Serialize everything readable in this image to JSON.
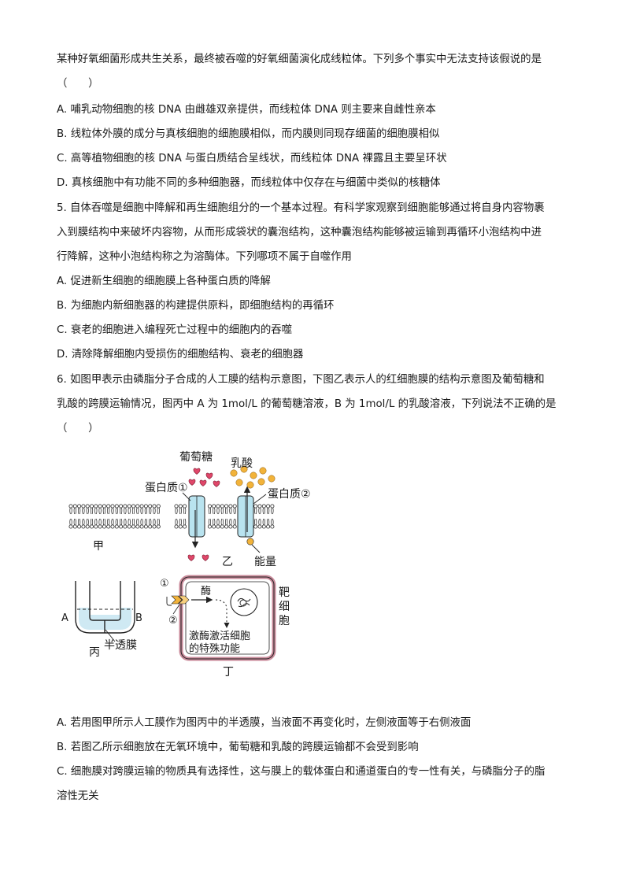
{
  "intro": {
    "line1": "某种好氧细菌形成共生关系，最终被吞噬的好氧细菌演化成线粒体。下列多个事实中无法支持该假说的是",
    "line2": "（　　）"
  },
  "q4": {
    "A": "A. 哺乳动物细胞的核 DNA 由雌雄双亲提供，而线粒体 DNA 则主要来自雌性亲本",
    "B": "B. 线粒体外膜的成分与真核细胞的细胞膜相似，而内膜则同现存细菌的细胞膜相似",
    "C": "C. 高等植物细胞的核 DNA 与蛋白质结合呈线状，而线粒体 DNA 裸露且主要呈环状",
    "D": "D. 真核细胞中有功能不同的多种细胞器，而线粒体中仅存在与细菌中类似的核糖体"
  },
  "q5": {
    "line1": "5. 自体吞噬是细胞中降解和再生细胞组分的一个基本过程。有科学家观察到细胞能够通过将自身内容物裹",
    "line2": "入到膜结构中来破坏内容物，从而形成袋状的囊泡结构，这种囊泡结构能够被运输到再循环小泡结构中进",
    "line3": "行降解，这种小泡结构称之为溶酶体。下列哪项不属于自噬作用",
    "A": "A. 促进新生细胞的细胞膜上各种蛋白质的降解",
    "B": "B. 为细胞内新细胞器的构建提供原料，即细胞结构的再循环",
    "C": "C. 衰老的细胞进入编程死亡过程中的细胞内的吞噬",
    "D": "D. 清除降解细胞内受损伤的细胞结构、衰老的细胞器"
  },
  "q6": {
    "line1": "6. 如图甲表示由磷脂分子合成的人工膜的结构示意图，下图乙表示人的红细胞膜的结构示意图及葡萄糖和",
    "line2": "乳酸的跨膜运输情况，图丙中 A 为 1mol/L 的葡萄糖溶液，B 为 1mol/L 的乳酸溶液，下列说法不正确的是",
    "line3": "（　　）",
    "A": "A. 若用图甲所示人工膜作为图丙中的半透膜，当液面不再变化时，左侧液面等于右侧液面",
    "B": "B. 若图乙所示细胞放在无氧环境中，葡萄糖和乳酸的跨膜运输都不会受到影响",
    "C1": "C. 细胞膜对跨膜运输的物质具有选择性，这与膜上的载体蛋白和通道蛋白的专一性有关，与磷脂分子的脂",
    "C2": "溶性无关"
  },
  "figure": {
    "jia": "甲",
    "yi": "乙",
    "bing": "丙",
    "ding": "丁",
    "glucose": "葡萄糖",
    "lactic": "乳酸",
    "protein1": "蛋白质①",
    "protein2": "蛋白质②",
    "energy": "能量",
    "A": "A",
    "B": "B",
    "membrane": "半透膜",
    "circle1": "①",
    "circle2": "②",
    "enzyme": "酶",
    "target1": "靶",
    "target2": "细",
    "target3": "胞",
    "func1": "激酶激活细胞",
    "func2": "的特殊功能",
    "colors": {
      "heart": "#e0476a",
      "dot": "#f2b33a",
      "protein": "#b9e3ef",
      "cellWall": "#c98a9a"
    }
  }
}
